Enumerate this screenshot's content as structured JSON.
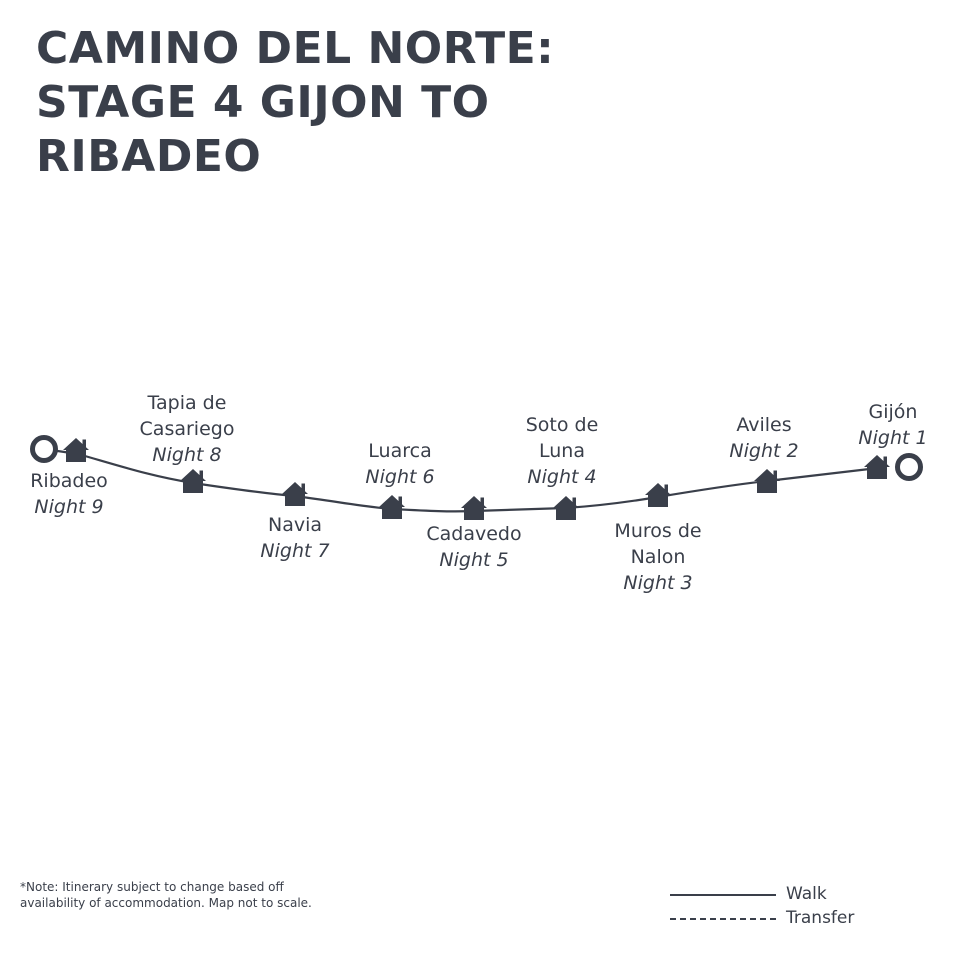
{
  "title": {
    "line1": "CAMINO DEL NORTE:",
    "line2": "STAGE 4 GIJON TO",
    "line3": "RIBADEO"
  },
  "stops": {
    "ribadeo": {
      "name": "Ribadeo",
      "night": "Night 9"
    },
    "tapia": {
      "name1": "Tapia de",
      "name2": "Casariego",
      "night": "Night 8"
    },
    "navia": {
      "name": "Navia",
      "night": "Night 7"
    },
    "luarca": {
      "name": "Luarca",
      "night": "Night 6"
    },
    "cadavedo": {
      "name": "Cadavedo",
      "night": "Night 5"
    },
    "soto": {
      "name1": "Soto de",
      "name2": "Luna",
      "night": "Night 4"
    },
    "muros": {
      "name1": "Muros de",
      "name2": "Nalon",
      "night": "Night 3"
    },
    "aviles": {
      "name": "Aviles",
      "night": "Night 2"
    },
    "gijon": {
      "name": "Gijón",
      "night": "Night 1"
    }
  },
  "note": "*Note: Itinerary  subject to change based off availability of accommodation. Map not to scale.",
  "legend": {
    "walk": "Walk",
    "transfer": "Transfer"
  },
  "colors": {
    "ink": "#3a3f4a",
    "background": "#ffffff"
  },
  "icons": {
    "stop_marker": "house-icon",
    "endpoint_marker": "ring-icon"
  }
}
